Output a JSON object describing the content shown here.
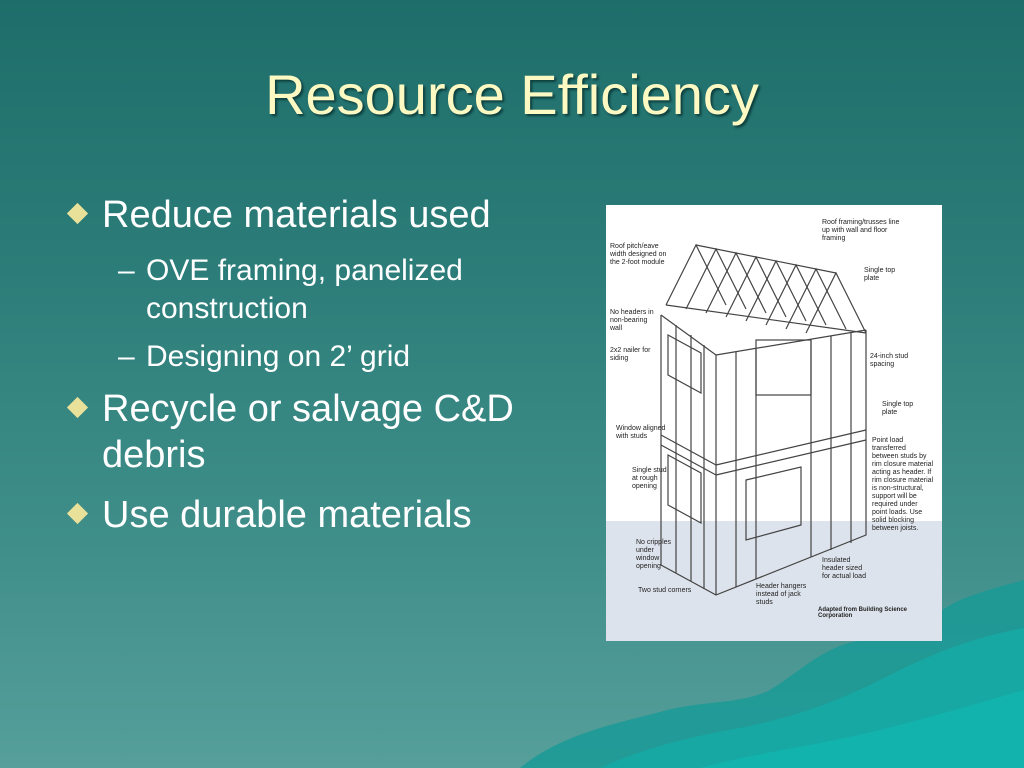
{
  "title": "Resource Efficiency",
  "bullets": [
    {
      "text": "Reduce materials used"
    },
    {
      "text": "OVE framing, panelized construction"
    },
    {
      "text": "Designing on 2’ grid"
    },
    {
      "text": "Recycle or salvage C&D debris"
    },
    {
      "text": "Use durable materials"
    }
  ],
  "figure": {
    "labels": [
      "Roof pitch/eave width designed on the 2-foot module",
      "Roof framing/trusses line up with wall and floor framing",
      "Single top plate",
      "No headers in non-bearing wall",
      "2x2 nailer for siding",
      "24-inch stud spacing",
      "Single top plate",
      "Window aligned with studs",
      "Point load transferred between studs by rim closure material acting as header. If rim closure material is non-structural, support will be required under point loads. Use solid blocking between joists.",
      "Single stud at rough opening",
      "No cripples under window opening",
      "Insulated header sized for actual load",
      "Two stud corners",
      "Header hangers instead of jack studs"
    ],
    "credit": "Adapted from Building Science Corporation"
  },
  "colors": {
    "title": "#fdf9c3",
    "bullet": "#e9e19a",
    "text": "#ffffff",
    "background": "#2c7d79"
  }
}
